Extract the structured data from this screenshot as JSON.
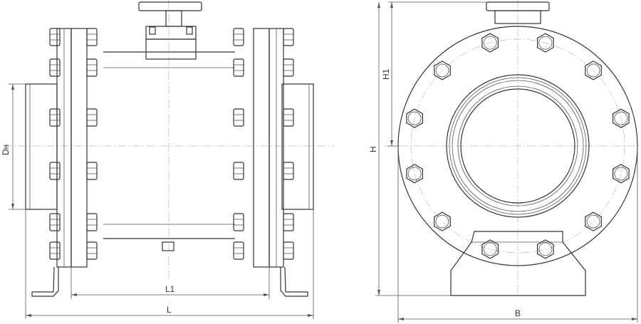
{
  "drawing": {
    "dimensions": {
      "nominal_diameter": "Dн",
      "face_to_face": "L1",
      "overall_length": "L",
      "height_top": "H1",
      "overall_height": "H",
      "width": "B"
    }
  }
}
